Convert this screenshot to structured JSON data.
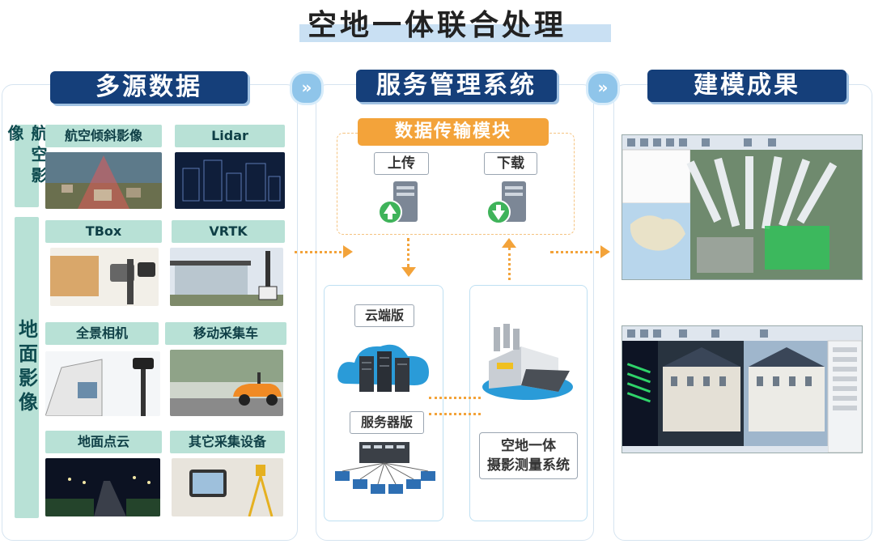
{
  "title": "空地一体联合处理",
  "columns": {
    "left": "多源数据",
    "middle": "服务管理系统",
    "right": "建模成果"
  },
  "left": {
    "aerial_label": "航空影像",
    "ground_label": "地面影像",
    "tags": {
      "oblique": "航空倾斜影像",
      "lidar": "Lidar",
      "tbox": "TBox",
      "vrtk": "VRTK",
      "panorama": "全景相机",
      "mobile": "移动采集车",
      "pointcloud": "地面点云",
      "other": "其它采集设备"
    }
  },
  "middle": {
    "module_title": "数据传输模块",
    "upload": "上传",
    "download": "下载",
    "cloud": "云端版",
    "server": "服务器版",
    "system_line1": "空地一体",
    "system_line2": "摄影测量系统"
  },
  "colors": {
    "accent_navy": "#153f7a",
    "accent_orange": "#f3a33a",
    "tag_green": "#b8e1d6"
  }
}
